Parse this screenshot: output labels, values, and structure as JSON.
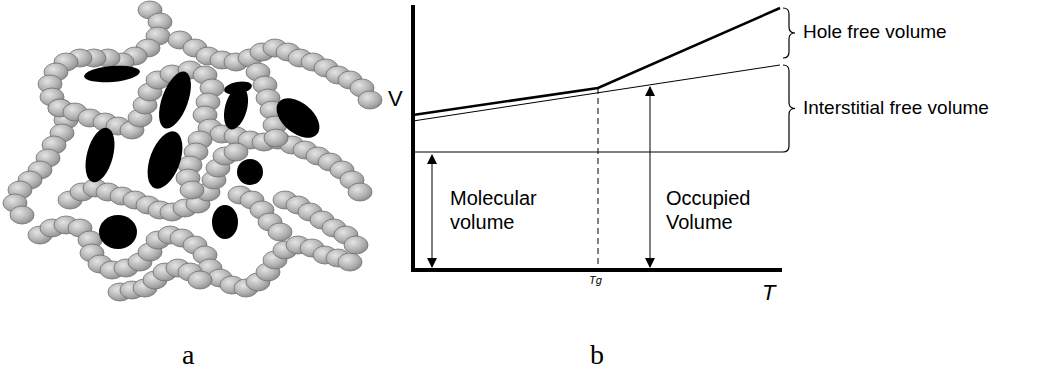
{
  "diagram": {
    "labels": [
      "Hole free volume",
      "V",
      "Interstitial free volume",
      "Molecular volume",
      "Occupied Volume",
      "Tg",
      "T",
      "a",
      "b"
    ]
  }
}
